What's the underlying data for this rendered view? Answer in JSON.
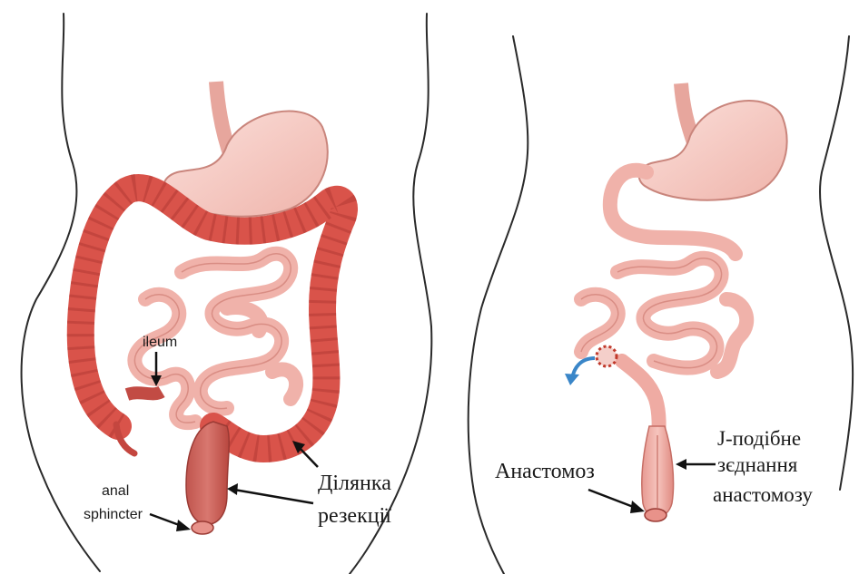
{
  "left_panel": {
    "ileum_label": "ileum",
    "anal_sphincter_label_line1": "anal",
    "anal_sphincter_label_line2": "sphincter",
    "resection_label_line1": "Ділянка",
    "resection_label_line2": "резекції"
  },
  "right_panel": {
    "anastomosis_label": "Анастомоз",
    "j_pouch_label_line1": "J-подібне",
    "j_pouch_label_line2": "зєднання",
    "j_pouch_label_line3": "анастомозу"
  },
  "colors": {
    "colon_red": "#d9534a",
    "colon_dark": "#b23a34",
    "small_intestine": "#f2b7b0",
    "stomach": "#f6c6bf",
    "outline": "#2a2a2a",
    "blue_arrow": "#3a86c8"
  }
}
